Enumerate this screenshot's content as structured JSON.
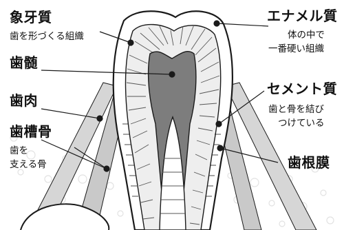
{
  "labels": {
    "zoge": {
      "title": "象牙質",
      "desc": "歯を形づくる組織"
    },
    "shizui": {
      "title": "歯髄"
    },
    "shiniku": {
      "title": "歯肉"
    },
    "shisokotsu": {
      "title": "歯槽骨",
      "desc_line1": "歯を",
      "desc_line2": "支える骨"
    },
    "enamel": {
      "title": "エナメル質",
      "desc_line1": "体の中で",
      "desc_line2": "一番硬い組織"
    },
    "cement": {
      "title": "セメント質",
      "desc_line1": "歯と骨を結び",
      "desc_line2": "つけている"
    },
    "shikonmaku": {
      "title": "歯根膜"
    }
  },
  "colors": {
    "enamel": "#ffffff",
    "dentin": "#eeeeee",
    "pulp": "#7d7d7d",
    "bone": "#c9c9c9",
    "bone_texture": "#e2e2e2",
    "line": "#1a1a1a"
  }
}
